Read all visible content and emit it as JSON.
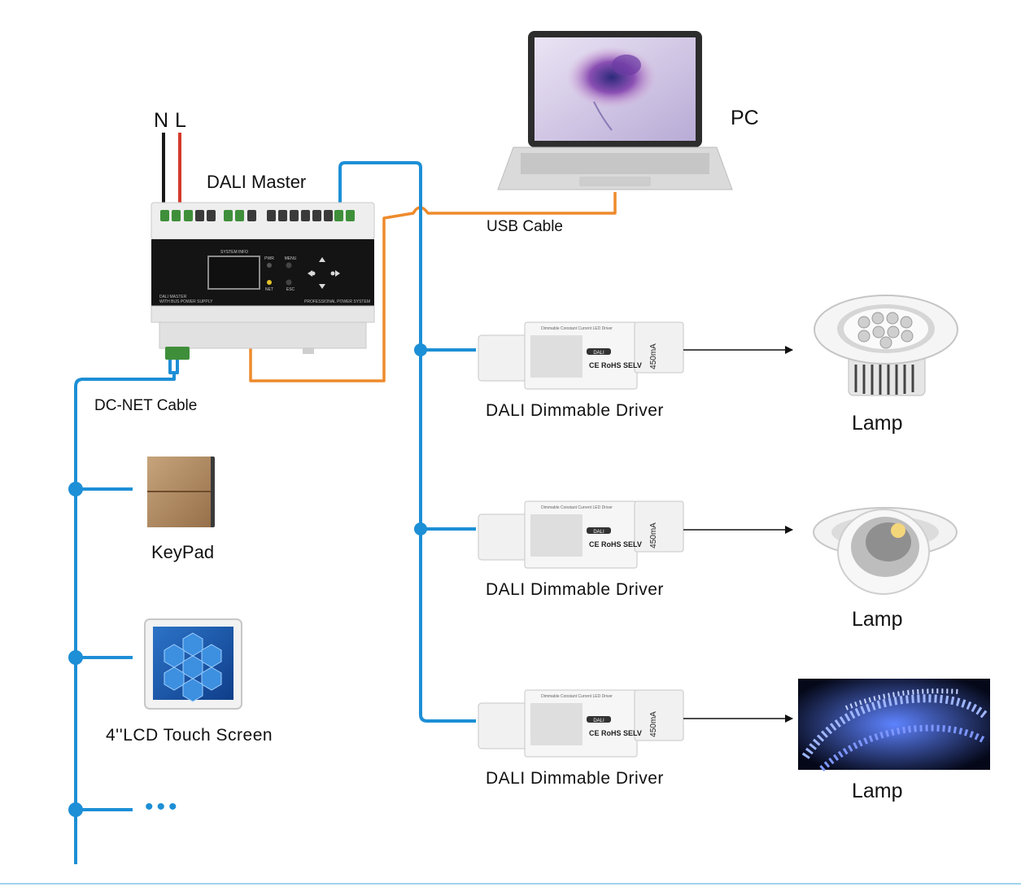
{
  "power": {
    "neutral_label": "N",
    "line_label": "L"
  },
  "master": {
    "title": "DALI Master",
    "panel_label": "SYSTEM INFO",
    "led_labels": [
      "PWR",
      "NET"
    ],
    "button_labels": [
      "MENU",
      "ESC"
    ],
    "side_text_1": "DALI MASTER",
    "side_text_2": "WITH BUS POWER SUPPLY",
    "brand_text": "PROFESSIONAL POWER SYSTEM"
  },
  "pc": {
    "label": "PC"
  },
  "usb": {
    "label": "USB Cable"
  },
  "dcnet": {
    "label": "DC-NET Cable"
  },
  "keypad": {
    "label": "KeyPad"
  },
  "touch": {
    "label": "4''LCD  Touch  Screen"
  },
  "ellipsis": "•••",
  "drivers": [
    {
      "label": "DALI Dimmable  Driver",
      "title": "Dimmable Constant Current LED Driver",
      "current": "450mA",
      "cert": "CE RoHS SELV",
      "badge": "DALI"
    },
    {
      "label": "DALI Dimmable Driver",
      "title": "Dimmable Constant Current LED Driver",
      "current": "450mA",
      "cert": "CE RoHS SELV",
      "badge": "DALI"
    },
    {
      "label": "DALI Dimmable Driver",
      "title": "Dimmable Constant Current LED Driver",
      "current": "450mA",
      "cert": "CE RoHS SELV",
      "badge": "DALI"
    }
  ],
  "lamps": [
    {
      "label": "Lamp"
    },
    {
      "label": "Lamp"
    },
    {
      "label": "Lamp"
    }
  ],
  "colors": {
    "bus": "#1d8fd6",
    "usb": "#ee8a2c",
    "neutral": "#1a1a1a",
    "live": "#d33a2c",
    "terminal": "#3f8f3a"
  }
}
